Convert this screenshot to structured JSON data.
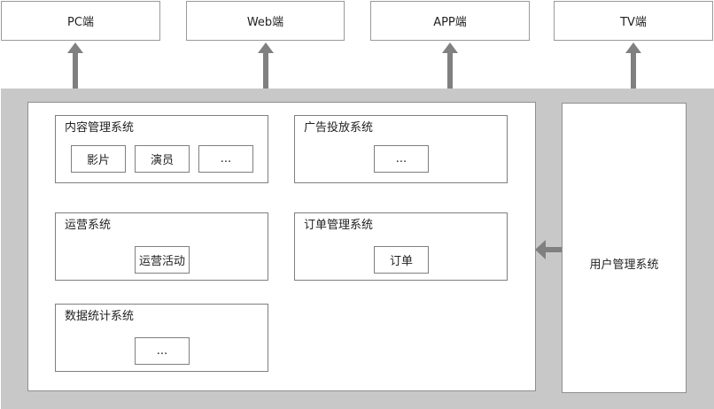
{
  "clients": [
    "PC端",
    "Web端",
    "APP端",
    "TV端"
  ],
  "systems": {
    "content": {
      "title": "内容管理系统",
      "modules": [
        "影片",
        "演员",
        "..."
      ]
    },
    "ads": {
      "title": "广告投放系统",
      "modules": [
        "..."
      ]
    },
    "operations": {
      "title": "运营系统",
      "modules": [
        "运营活动"
      ]
    },
    "orders": {
      "title": "订单管理系统",
      "modules": [
        "订单"
      ]
    },
    "stats": {
      "title": "数据统计系统",
      "modules": [
        "..."
      ]
    },
    "user": {
      "title": "用户管理系统"
    }
  },
  "colors": {
    "platform_bg": "#c8c8c8",
    "arrow": "#808080",
    "border": "#7f7f7f"
  }
}
